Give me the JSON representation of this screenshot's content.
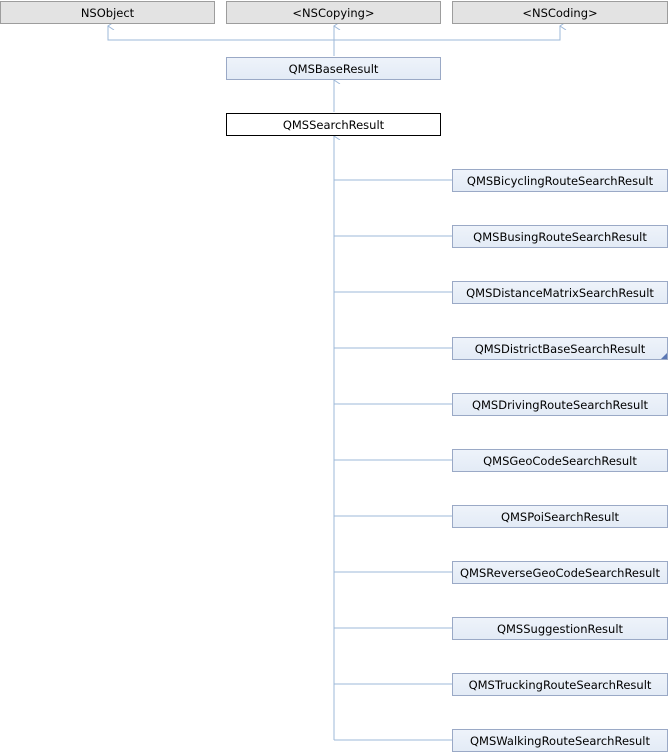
{
  "roots": {
    "nsobject": "NSObject",
    "nscopying": "<NSCopying>",
    "nscoding": "<NSCoding>"
  },
  "base": "QMSBaseResult",
  "current": "QMSSearchResult",
  "subclasses": [
    "QMSBicyclingRouteSearchResult",
    "QMSBusingRouteSearchResult",
    "QMSDistanceMatrixSearchResult",
    "QMSDistrictBaseSearchResult",
    "QMSDrivingRouteSearchResult",
    "QMSGeoCodeSearchResult",
    "QMSPoiSearchResult",
    "QMSReverseGeoCodeSearchResult",
    "QMSSuggestionResult",
    "QMSTruckingRouteSearchResult",
    "QMSWalkingRouteSearchResult"
  ],
  "colors": {
    "edge": "#9db8d8",
    "node_border": "#9aa9c6",
    "current_border": "#000000"
  }
}
